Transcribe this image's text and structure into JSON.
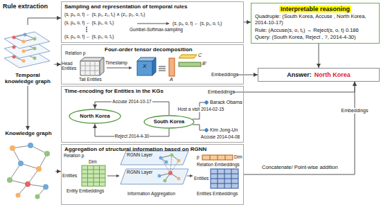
{
  "diagram": {
    "nodes": [
      {
        "text": [
          "Sampling and representation of temporal rules",
          "(s, pₖ, o, t) ← (s, p₁, z₁, t₁) ∧ (z₁, p₂, o, t₂)",
          "(s, pₖ, o, t) ← (s, p₁, o, t₁)",
          "(s, pₖ, o, t) ← (s, p₁, o, t₁)",
          "Gumbel-Softmax-sampling",
          "(s, pₖ, o, t) ← (s, p₁, o, t₁)"
        ]
      },
      {
        "text": [
          "Interpretable reasoning",
          "Quadruple: (South Korea, Accuse , North Korea, 2014-10-17)",
          "Rule: (Accuse(s, o, t₁) → Reject(s, o, t) 0.186",
          "Query: (South Korea, Reject , ?, 2014-4-30)"
        ]
      },
      {
        "text": [
          "Temporal knowledge graph"
        ]
      },
      {
        "text": [
          "Four-order tensor decomposition"
        ]
      },
      {
        "text": [
          "Answer:",
          "North Korea"
        ]
      },
      {
        "text": [
          "Time-encoding for Entities in the KGs"
        ]
      },
      {
        "text": [
          "North Korea"
        ],
        "in": 5
      },
      {
        "text": [
          "South Korea"
        ],
        "in": 5
      },
      {
        "text": [
          "Barack Obama"
        ],
        "in": 5
      },
      {
        "text": [
          "Kim Jong-Un"
        ],
        "in": 5
      },
      {
        "text": [
          "Knowledge graph"
        ]
      },
      {
        "text": [
          "Aggregation of structural information based on RGNN"
        ]
      }
    ],
    "edges": [
      {
        "from": 2,
        "to": 0,
        "arrow": "to"
      },
      {
        "from": 2,
        "to": 3,
        "arrow": "to"
      },
      {
        "from": 2,
        "to": 10,
        "arrow": "to"
      },
      {
        "from": 10,
        "to": 11,
        "arrow": "to"
      },
      {
        "from": 0,
        "to": 1,
        "arrow": "to"
      },
      {
        "from": 1,
        "to": 4,
        "arrow": "to"
      },
      {
        "from": 3,
        "to": 4,
        "arrow": "to"
      },
      {
        "from": 5,
        "to": 4,
        "arrow": "to"
      },
      {
        "from": 11,
        "to": 4,
        "label": "Embeddings",
        "arrow": "to"
      },
      {
        "from": 7,
        "to": 6,
        "label": "Accuse 2014-10-17",
        "arrow": "to"
      },
      {
        "from": 7,
        "to": 6,
        "label": "Reject 2014-4-30",
        "arrow": "to"
      },
      {
        "from": 7,
        "to": 8,
        "label": "Host a visit 2014-02-15",
        "arrow": "none"
      },
      {
        "from": 7,
        "to": 9,
        "label": "Accuse 2014-04-08",
        "arrow": "none"
      }
    ],
    "labels": [
      "Rule extraction",
      "Relation p",
      "Head Entities",
      "Tail Entities",
      "Timestamp",
      "X",
      "A",
      "C",
      "B'",
      "Embeddings",
      "Embeddings",
      "Relation p",
      "Dim",
      "Entities",
      "Entity Embeddings",
      "RGNN Layer",
      "RGNN Layer",
      "Information Aggregation",
      "p",
      "Dim",
      "Relation Embeddings",
      "Entities",
      "Entities Embeddings",
      "Concatenate/ Point-wise addition"
    ]
  }
}
